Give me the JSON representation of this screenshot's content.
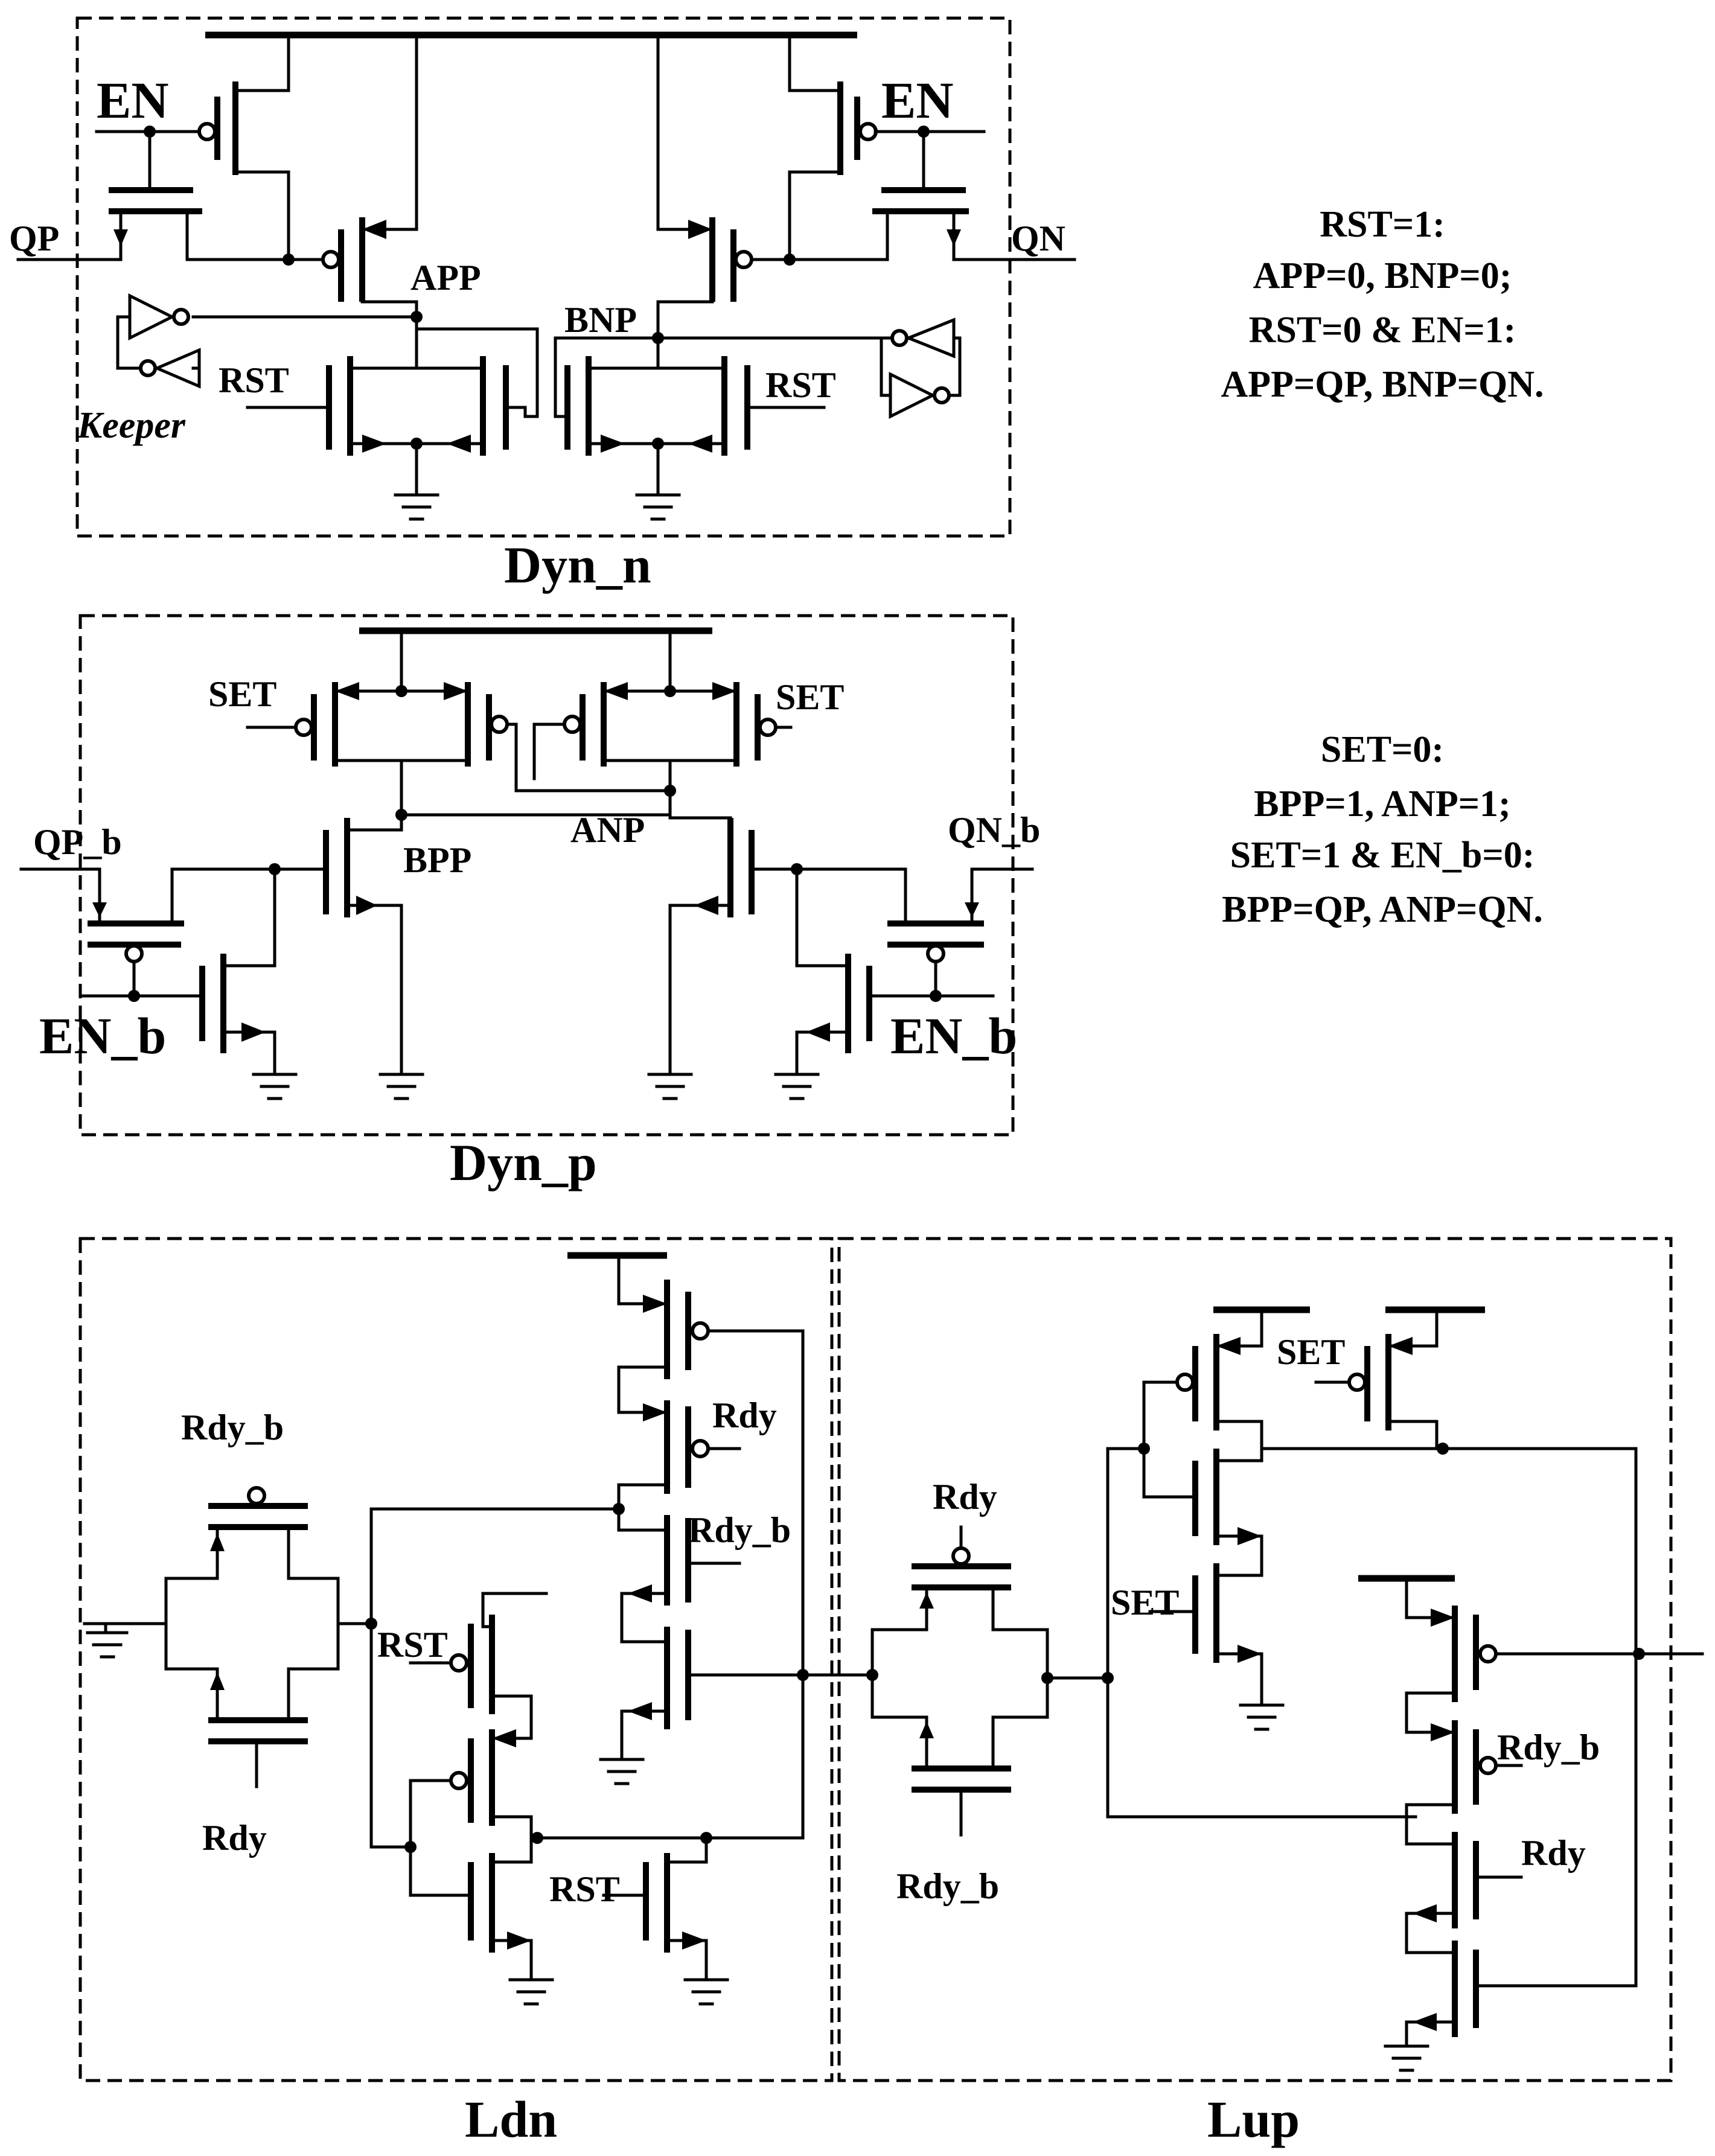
{
  "blocks": {
    "dyn_n": {
      "title": "Dyn_n",
      "labels": {
        "en_left": "EN",
        "en_right": "EN",
        "qp": "QP",
        "qn": "QN",
        "app": "APP",
        "bnp": "BNP",
        "rst_left": "RST",
        "rst_right": "RST",
        "keeper": "Keeper"
      },
      "notes": [
        "RST=1:",
        "APP=0, BNP=0;",
        "RST=0 & EN=1:",
        "APP=QP, BNP=QN."
      ]
    },
    "dyn_p": {
      "title": "Dyn_p",
      "labels": {
        "set_left": "SET",
        "set_right": "SET",
        "qp_b": "QP_b",
        "qn_b": "QN_b",
        "bpp": "BPP",
        "anp": "ANP",
        "en_b_left": "EN_b",
        "en_b_right": "EN_b"
      },
      "notes": [
        "SET=0:",
        "BPP=1, ANP=1;",
        "SET=1 & EN_b=0:",
        "BPP=QP, ANP=QN."
      ]
    },
    "ldn": {
      "title": "Ldn",
      "labels": {
        "rdy_b_top": "Rdy_b",
        "rdy_bottom": "Rdy",
        "rdy": "Rdy",
        "rdy_b": "Rdy_b",
        "rst_a": "RST",
        "rst_b": "RST"
      }
    },
    "lup": {
      "title": "Lup",
      "labels": {
        "rdy_top": "Rdy",
        "rdy_b_bottom": "Rdy_b",
        "set_a": "SET",
        "set_b": "SET",
        "rdy_b": "Rdy_b",
        "rdy": "Rdy"
      }
    }
  }
}
